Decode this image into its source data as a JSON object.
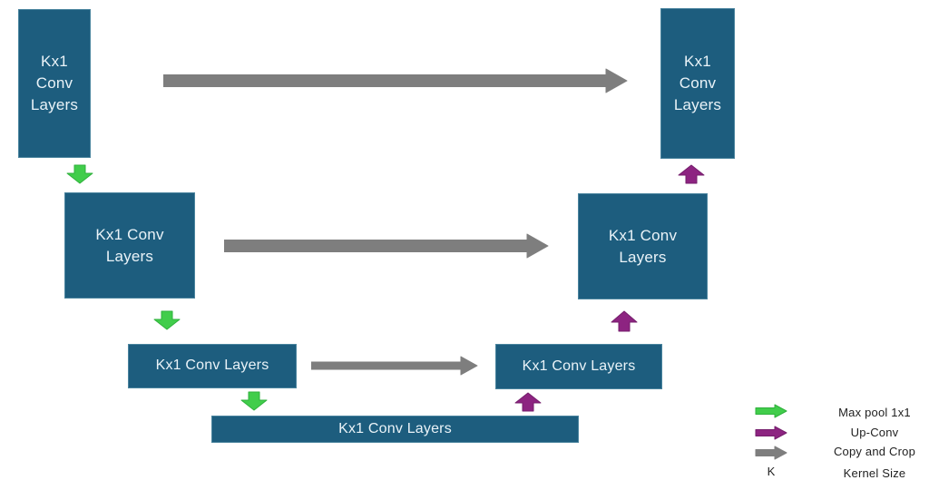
{
  "colors": {
    "box_fill": "#1d5d7e",
    "box_border": "#4a849e",
    "box_text": "#eaf3f8",
    "max_pool_arrow": "#41cd4b",
    "up_conv_arrow": "#8d2481",
    "copy_crop_arrow": "#7e7e7e",
    "legend_text": "#1f1f1f",
    "background": "#ffffff"
  },
  "nodes": {
    "encoder1": {
      "label": "Kx1 Conv Layers"
    },
    "encoder2": {
      "label": "Kx1 Conv Layers"
    },
    "encoder3": {
      "label": "Kx1 Conv Layers"
    },
    "bottleneck": {
      "label": "Kx1 Conv Layers"
    },
    "decoder3": {
      "label": "Kx1 Conv Layers"
    },
    "decoder2": {
      "label": "Kx1 Conv Layers"
    },
    "decoder1": {
      "label": "Kx1 Conv Layers"
    }
  },
  "edges": [
    {
      "from": "encoder1",
      "to": "decoder1",
      "type": "copy-and-crop"
    },
    {
      "from": "encoder1",
      "to": "encoder2",
      "type": "max-pool"
    },
    {
      "from": "encoder2",
      "to": "decoder2",
      "type": "copy-and-crop"
    },
    {
      "from": "encoder2",
      "to": "encoder3",
      "type": "max-pool"
    },
    {
      "from": "encoder3",
      "to": "decoder3",
      "type": "copy-and-crop"
    },
    {
      "from": "encoder3",
      "to": "bottleneck",
      "type": "max-pool"
    },
    {
      "from": "bottleneck",
      "to": "decoder3",
      "type": "up-conv"
    },
    {
      "from": "decoder3",
      "to": "decoder2",
      "type": "up-conv"
    },
    {
      "from": "decoder2",
      "to": "decoder1",
      "type": "up-conv"
    }
  ],
  "legend": {
    "k_symbol": "K",
    "items": [
      {
        "symbol": "max-pool-arrow",
        "label": "Max pool 1x1"
      },
      {
        "symbol": "up-conv-arrow",
        "label": "Up-Conv"
      },
      {
        "symbol": "copy-crop-arrow",
        "label": "Copy and Crop"
      },
      {
        "symbol": "K",
        "label": "Kernel Size"
      }
    ]
  }
}
